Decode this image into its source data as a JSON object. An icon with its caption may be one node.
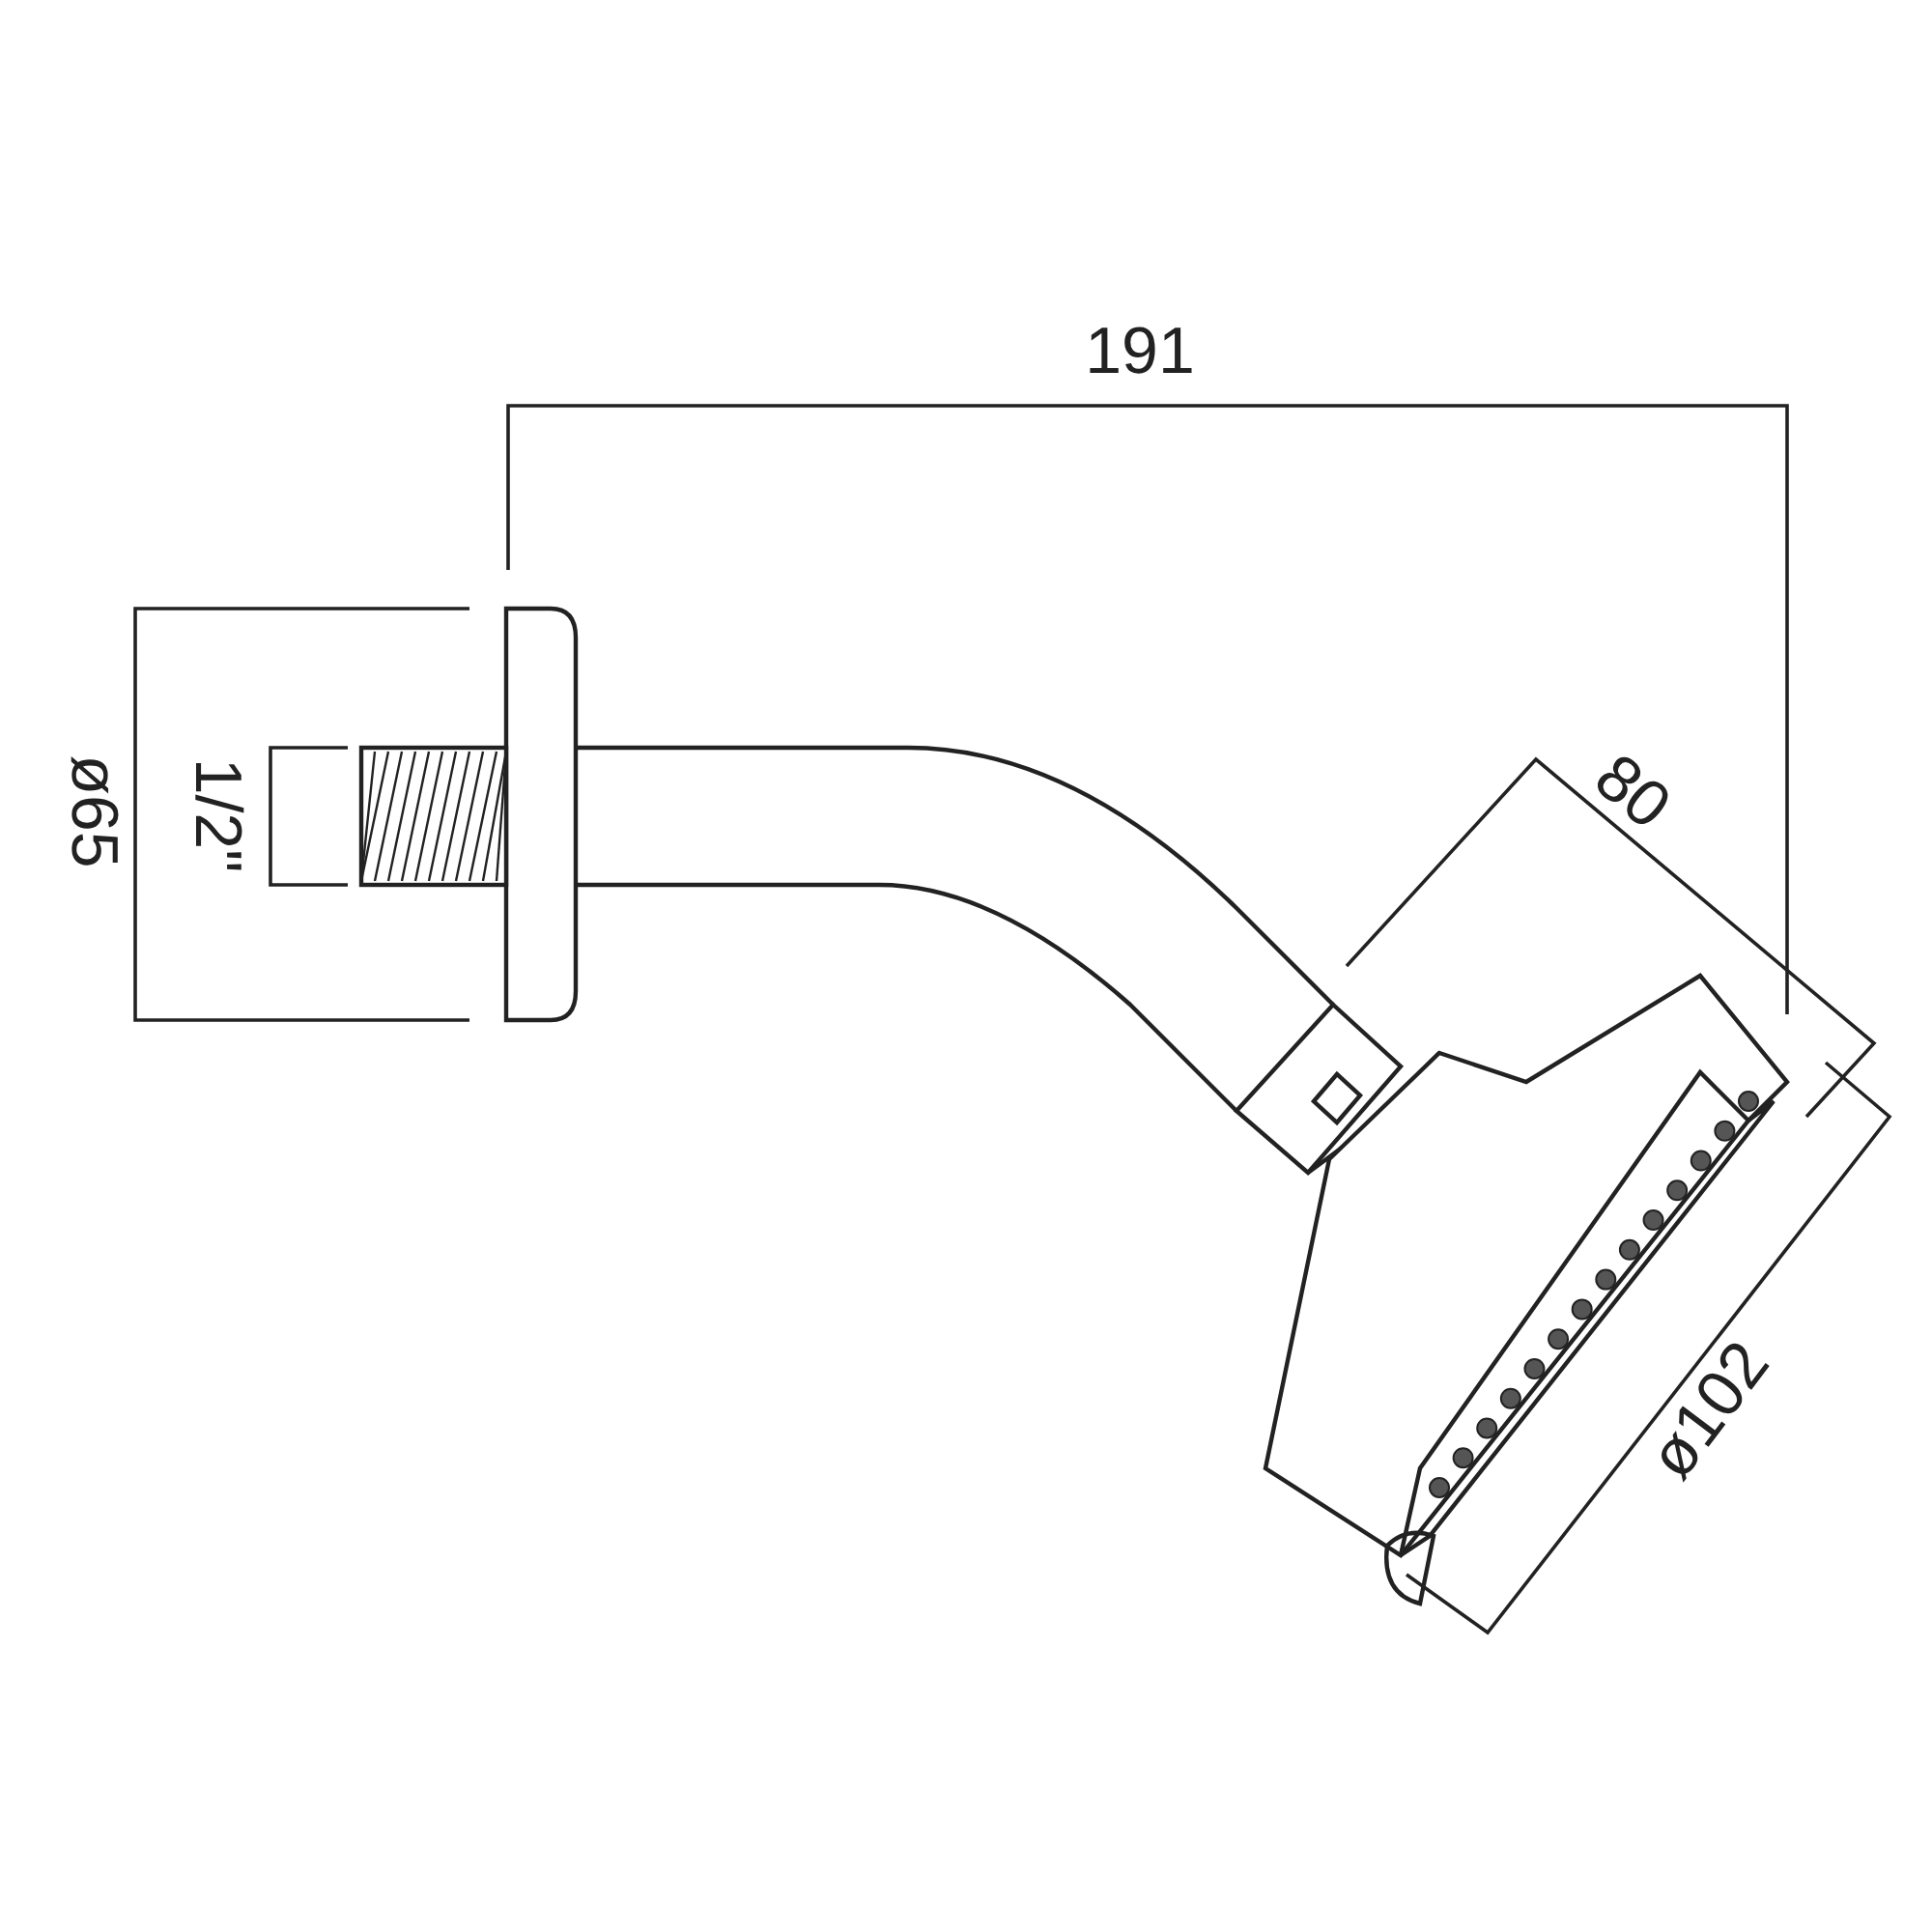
{
  "diagram": {
    "labels": [
      "191",
      "ø65",
      "1/2\"",
      "80",
      "ø102"
    ]
  }
}
